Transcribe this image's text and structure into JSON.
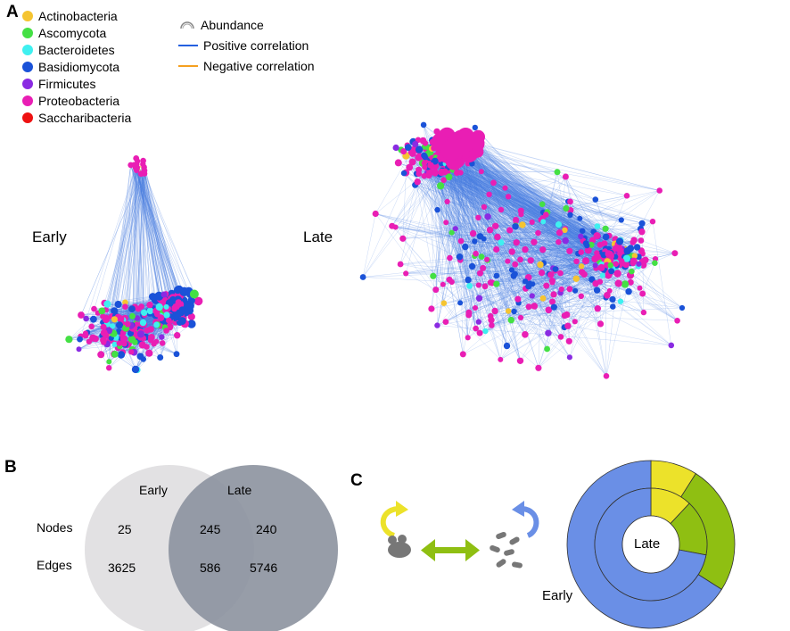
{
  "panels": {
    "a": "A",
    "b": "B",
    "c": "C"
  },
  "legend": {
    "phyla": [
      {
        "name": "Actinobacteria",
        "color": "#f5c431"
      },
      {
        "name": "Ascomycota",
        "color": "#44e044"
      },
      {
        "name": "Bacteroidetes",
        "color": "#3ff0f0"
      },
      {
        "name": "Basidiomycota",
        "color": "#1a52d8"
      },
      {
        "name": "Firmicutes",
        "color": "#8a2be2"
      },
      {
        "name": "Proteobacteria",
        "color": "#e91eb4"
      },
      {
        "name": "Saccharibacteria",
        "color": "#ee1111"
      }
    ],
    "abundance": "Abundance",
    "positive": {
      "label": "Positive correlation",
      "color": "#2460e0"
    },
    "negative": {
      "label": "Negative correlation",
      "color": "#f5a020"
    }
  },
  "networks": {
    "early_label": "Early",
    "late_label": "Late"
  },
  "venn": {
    "early": "Early",
    "late": "Late",
    "row_nodes": "Nodes",
    "row_edges": "Edges",
    "nodes": {
      "early_only": "25",
      "shared": "245",
      "late_only": "240"
    },
    "edges": {
      "early_only": "3625",
      "shared": "586",
      "late_only": "5746"
    }
  },
  "donut": {
    "inner_label": "Late",
    "outer_label": "Early",
    "colors": {
      "blue": "#6a8fe6",
      "yellow": "#ece22a",
      "green": "#8fbf12"
    },
    "outer_ring_fractions": {
      "yellow": 0.09,
      "green": 0.25,
      "blue": 0.66
    },
    "inner_ring_fractions": {
      "yellow": 0.12,
      "green": 0.16,
      "blue": 0.72
    }
  }
}
